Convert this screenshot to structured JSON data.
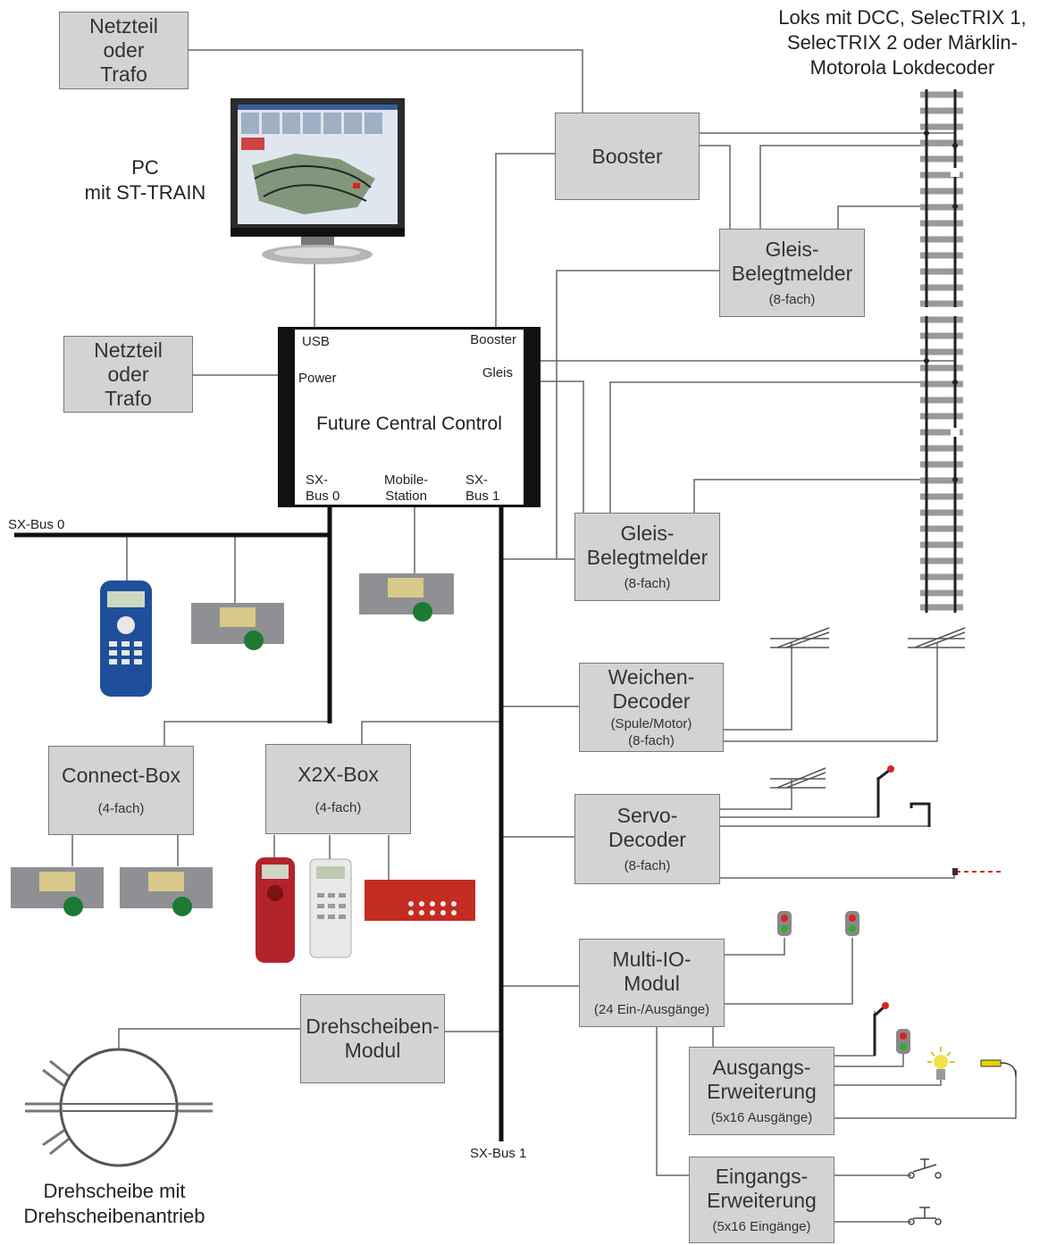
{
  "labels": {
    "locos": "Loks mit DCC, SelecTRIX 1,\nSelecTRIX 2 oder Märklin-\nMotorola Lokdecoder",
    "pc": "PC\nmit ST-TRAIN",
    "sx_bus0": "SX-Bus 0",
    "sx_bus1": "SX-Bus 1",
    "turntable": "Drehscheibe mit\nDrehscheibenantrieb"
  },
  "central": {
    "title": "Future Central Control",
    "ports": {
      "usb": "USB",
      "power": "Power",
      "booster": "Booster",
      "gleis": "Gleis",
      "sxbus0": "SX-\nBus 0",
      "mobile": "Mobile-\nStation",
      "sxbus1": "SX-\nBus 1"
    }
  },
  "boxes": {
    "psu1": {
      "title": "Netzteil\noder\nTrafo"
    },
    "psu2": {
      "title": "Netzteil\noder\nTrafo"
    },
    "booster": {
      "title": "Booster"
    },
    "gbm1": {
      "title": "Gleis-\nBelegtmelder",
      "sub": "(8-fach)"
    },
    "gbm2": {
      "title": "Gleis-\nBelegtmelder",
      "sub": "(8-fach)"
    },
    "weichen": {
      "title": "Weichen-\nDecoder",
      "sub": "(Spule/Motor)\n(8-fach)"
    },
    "servo": {
      "title": "Servo-\nDecoder",
      "sub": "(8-fach)"
    },
    "multiio": {
      "title": "Multi-IO-\nModul",
      "sub": "(24 Ein-/Ausgänge)"
    },
    "ausgang": {
      "title": "Ausgangs-\nErweiterung",
      "sub": "(5x16 Ausgänge)"
    },
    "eingang": {
      "title": "Eingangs-\nErweiterung",
      "sub": "(5x16 Eingänge)"
    },
    "connect": {
      "title": "Connect-Box",
      "sub": "(4-fach)"
    },
    "x2x": {
      "title": "X2X-Box",
      "sub": "(4-fach)"
    },
    "dreh": {
      "title": "Drehscheiben-\nModul"
    }
  },
  "colors": {
    "line": "#555555",
    "bus": "#111111",
    "box": "#d3d3d3",
    "handheld_blue": "#1f4f9a",
    "handheld_red": "#b3242a",
    "panel_green": "#1c7a33"
  }
}
